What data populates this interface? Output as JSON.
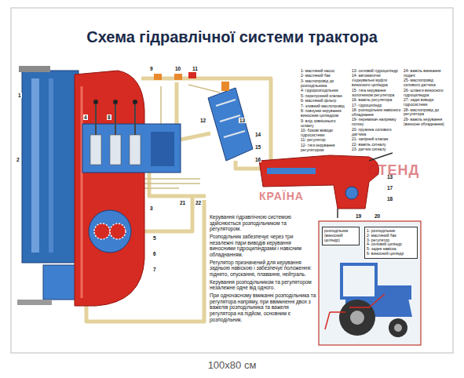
{
  "diagram": {
    "title": "Схема гідравлічної системи трактора",
    "caption": "100x80 см",
    "nodes": [
      {
        "text": [
          "розподільник (виносний циліндр)"
        ]
      },
      {
        "text": [
          "1- розподільник",
          "2- масляний бак",
          "3- регулятор",
          "4- силовий циліндр",
          "5- задня навіска",
          "6- виносний циліндр"
        ]
      }
    ],
    "labels": [
      "1- масляний насос",
      "2- масляний бак",
      "3- маслопровід до розподільника",
      "4- гідророзподільник",
      "5- перепускний клапан",
      "6- масляний фільтр",
      "7- зливний маслопровід",
      "8- повзунки керування виносним циліндром",
      "9- вхід зовнішнього шлангу",
      "10- бокові виводи гідросистеми",
      "11- регулятор",
      "12- тяги керування регулятором",
      "13- силовий гідроциліндр",
      "14- автоматичні з'єднувальні муфти виносного циліндра",
      "15- тяга керування золотником регулятора",
      "16- важіль регулятора",
      "17- гідроциліндр",
      "18- розподільник навісного обладнання",
      "19- перемикач напрямку потоку",
      "20- пружина силового датчика",
      "21- запірний клапан",
      "22- важіль сигналу",
      "23- датчик сигналу",
      "24- важіль вмикання подачі",
      "25- маслопровід силового датчика",
      "26- шланги виносного гідроциліндра",
      "27- задні виводи гідросистеми",
      "28- маслопровід до регулятора",
      "29- важіль керування (виносне обладнання)",
      "Керування гідравлічною системою здійснюється розподільником та регулятором.",
      "Розподільник забезпечує через три незалежні пари виводів керування виносними гідроциліндрами і навісним обладнанням.",
      "Регулятор призначений для керування задньою навіскою і забезпечує положення: піднято, опускання, плавання, нейтраль.",
      "Керування розподільником та регулятором незалежне одне від одного.",
      "При одночасному вмиканні розподільника та регулятора напряму, при ввімкненні двох з важелів розподільника та важеля регулятора на підйом, основним є розподільник.",
      "1",
      "2",
      "3",
      "4",
      "5",
      "6",
      "7",
      "8",
      "9",
      "10",
      "11",
      "12",
      "13",
      "14",
      "15",
      "16",
      "13",
      "17",
      "18",
      "19",
      "20",
      "21",
      "22",
      "СТЕНД",
      "КРАЇНА"
    ]
  }
}
